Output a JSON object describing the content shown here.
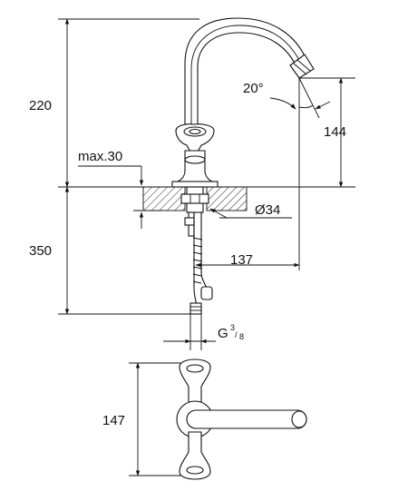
{
  "dimensions": {
    "spout_height": "220",
    "spout_reach_height": "144",
    "spout_angle": "20°",
    "max_deck_thickness": "max.30",
    "mount_hole_diameter": "Ø34",
    "spout_reach": "137",
    "hose_length": "350",
    "connection_thread_prefix": "G",
    "connection_thread_num": "3",
    "connection_thread_den": "8",
    "top_view_length": "147"
  },
  "colors": {
    "line": "#111111",
    "background": "#ffffff",
    "shade": "#dddddd"
  }
}
